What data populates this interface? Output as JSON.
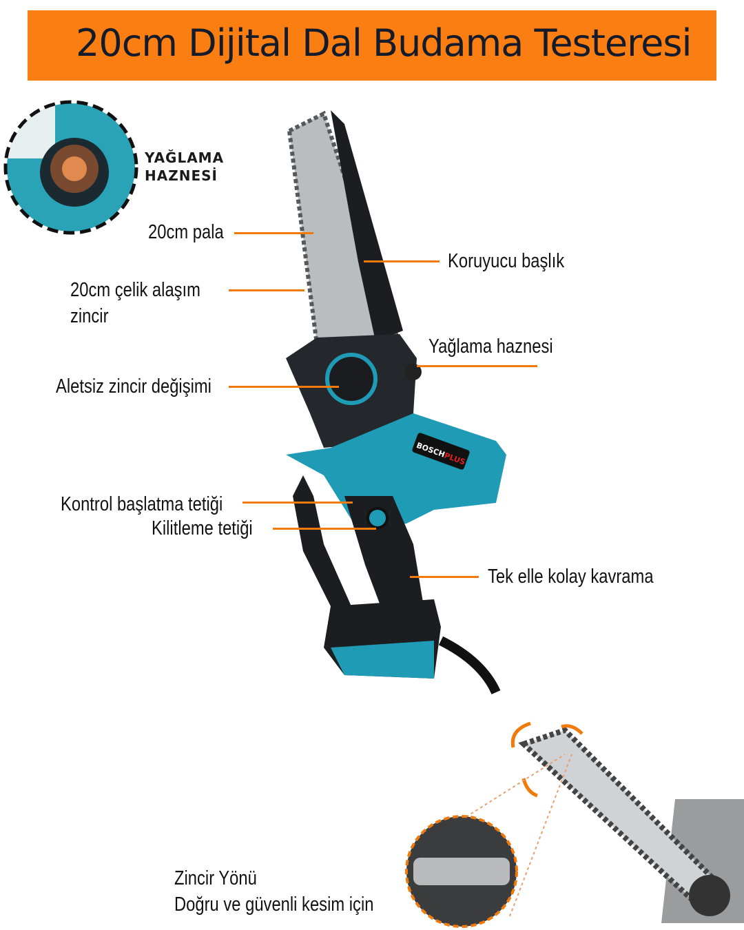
{
  "title": "20cm Dijital Dal Budama Testeresi",
  "inset": {
    "label_line1": "YAĞLAMA",
    "label_line2": "HAZNESİ"
  },
  "brand_logo": "BOSCHPLUS",
  "callouts": {
    "blade": "20cm pala",
    "chain_line1": "20cm çelik alaşım",
    "chain_line2": "zincir",
    "cover": "Koruyucu başlık",
    "oil": "Yağlama haznesi",
    "toolless": "Aletsiz zincir değişimi",
    "trigger": "Kontrol başlatma tetiği",
    "lock": "Kilitleme tetiği",
    "grip": "Tek elle kolay kavrama"
  },
  "chain_direction": {
    "line1": "Zincir Yönü",
    "line2": "Doğru ve güvenli kesim için"
  },
  "colors": {
    "banner": "#fb7e12",
    "accent_line": "#f07a0c",
    "tool_teal": "#1f9bb5",
    "tool_black": "#1b1d20"
  }
}
